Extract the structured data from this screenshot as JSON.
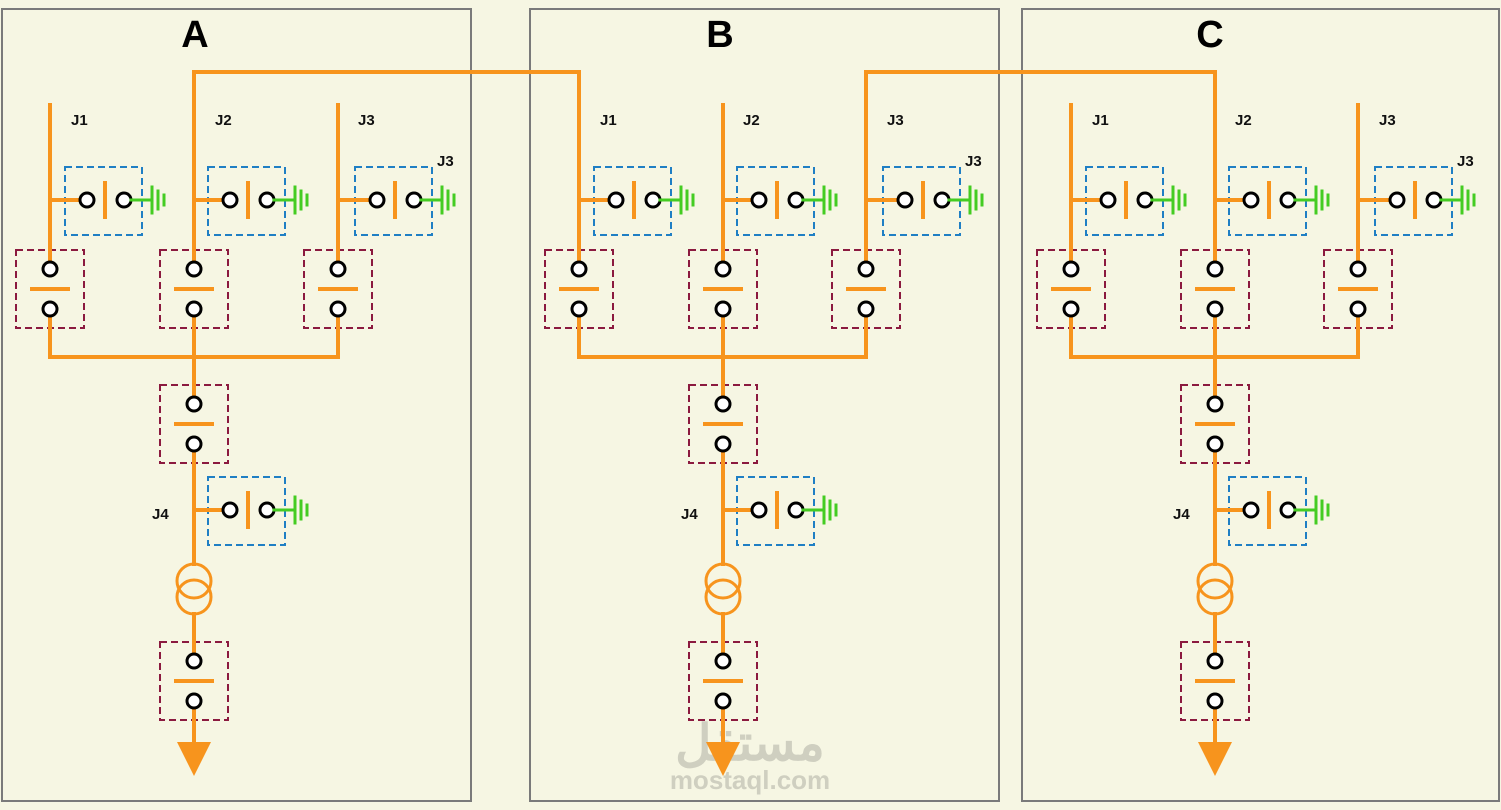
{
  "panels": [
    {
      "id": "A",
      "title": "A",
      "feeder_labels": [
        "J1",
        "J2",
        "J3"
      ],
      "ground_extra_label": "J3",
      "transformer_label": "J4"
    },
    {
      "id": "B",
      "title": "B",
      "feeder_labels": [
        "J1",
        "J2",
        "J3"
      ],
      "ground_extra_label": "J3",
      "transformer_label": "J4"
    },
    {
      "id": "C",
      "title": "C",
      "feeder_labels": [
        "J1",
        "J2",
        "J3"
      ],
      "ground_extra_label": "J3",
      "transformer_label": "J4"
    }
  ],
  "watermark": {
    "arabic": "مستقل",
    "latin": "mostaql.com"
  },
  "colors": {
    "background": "#f6f6e3",
    "panel_border": "#7a7a7a",
    "line": "#f7941d",
    "earth_switch_box": "#1f7fc4",
    "breaker_box": "#8b1a3f",
    "ground": "#44cc22",
    "contact": "#000000"
  }
}
